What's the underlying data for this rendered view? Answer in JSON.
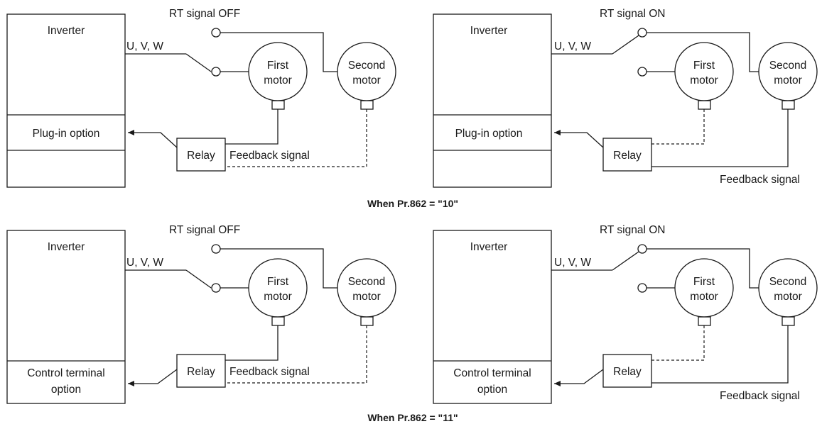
{
  "labels": {
    "inverter": "Inverter",
    "uvw": "U, V, W",
    "rt_off": "RT signal OFF",
    "rt_on": "RT signal ON",
    "first_l1": "First",
    "first_l2": "motor",
    "second_l1": "Second",
    "second_l2": "motor",
    "relay": "Relay",
    "feedback": "Feedback signal",
    "plugin": "Plug-in option",
    "ctrl_l1": "Control terminal",
    "ctrl_l2": "option"
  },
  "captions": {
    "pr10": "When Pr.862 = \"10\"",
    "pr11": "When Pr.862 = \"11\""
  }
}
